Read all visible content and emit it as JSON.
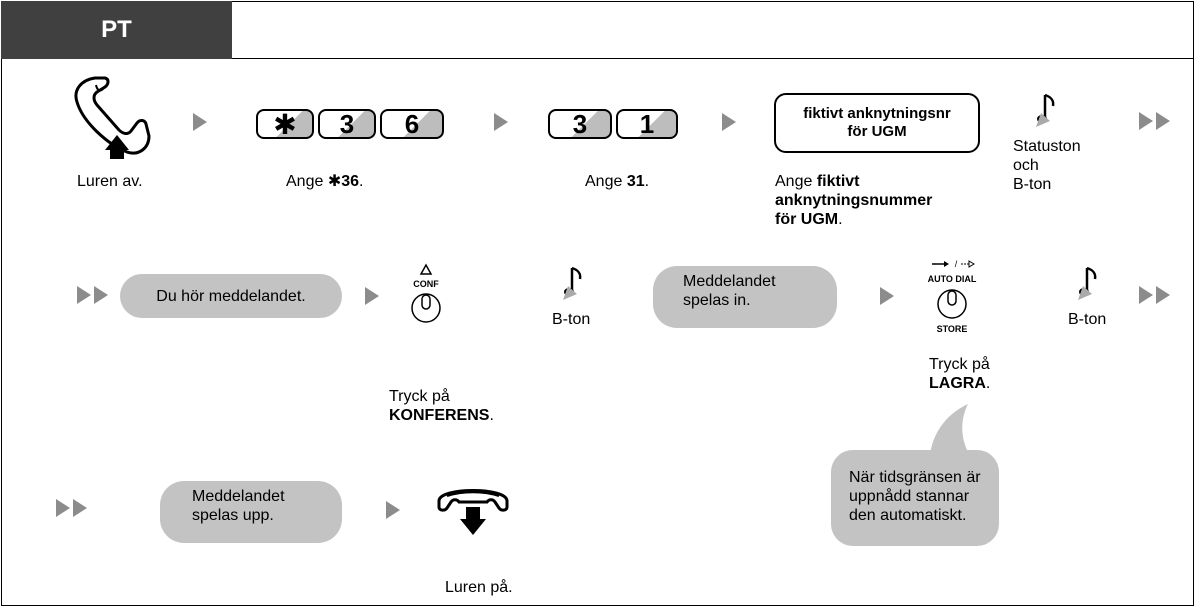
{
  "tab": {
    "label": "PT"
  },
  "row1": {
    "handset_off_label": "Luren av.",
    "keys_star36": [
      "✱",
      "3",
      "6"
    ],
    "enter_star36": {
      "prefix": "Ange ",
      "star": "✱",
      "bold": "36",
      "suffix": "."
    },
    "keys_31": [
      "3",
      "1"
    ],
    "enter_31": {
      "prefix": "Ange ",
      "bold": "31",
      "suffix": "."
    },
    "box_label": [
      "fiktivt anknytningsnr",
      "för UGM"
    ],
    "enter_ext": {
      "prefix": "Ange ",
      "bold_lines": [
        "fiktivt",
        "anknytningsnummer",
        "för UGM"
      ],
      "suffix": "."
    },
    "tone_label": [
      "Statuston",
      "och",
      "B-ton"
    ]
  },
  "row2": {
    "bubble_hear": "Du hör meddelandet.",
    "conf_key": "CONF",
    "press_conf": {
      "line1": "Tryck på",
      "bold": "KONFERENS",
      "suffix": "."
    },
    "tone1": "B-ton",
    "bubble_record": [
      "Meddelandet",
      "spelas in."
    ],
    "autodial_top": "AUTO DIAL",
    "autodial_bottom": "STORE",
    "press_store": {
      "line1": "Tryck på",
      "bold": "LAGRA",
      "suffix": "."
    },
    "tone2": "B-ton",
    "callout": [
      "När tidsgränsen är",
      "uppnådd stannar",
      "den automatiskt."
    ]
  },
  "row3": {
    "bubble_play": [
      "Meddelandet",
      "spelas upp."
    ],
    "handset_on_label": "Luren på."
  },
  "colors": {
    "tab": "#404040",
    "bubble": "#c3c3c3",
    "arrow": "#8c8c8c"
  }
}
